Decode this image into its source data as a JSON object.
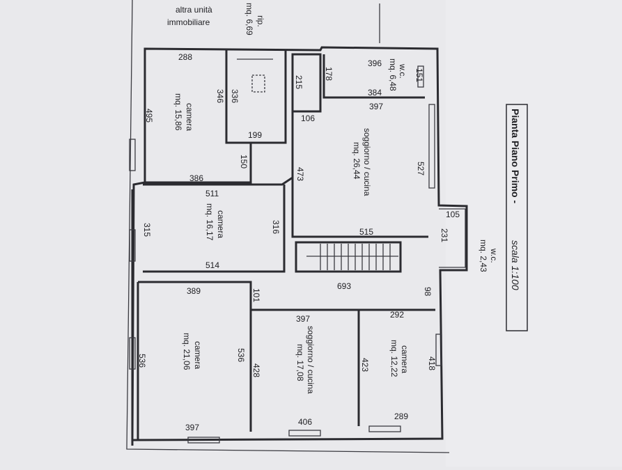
{
  "title": {
    "main": "Pianta Piano Primo -",
    "scale": "scala 1:100"
  },
  "outside_label": {
    "line1": "altra unità",
    "line2": "immobiliare"
  },
  "rooms": {
    "rip": {
      "name": "rip.",
      "area": "mq. 6,69"
    },
    "wc_top": {
      "name": "w.c.",
      "area": "mq. 6,48"
    },
    "camera1": {
      "name": "camera",
      "area": "mq. 15,86"
    },
    "soggiorno1": {
      "name": "soggiorno / cucina",
      "area": "mq. 26,44"
    },
    "wc_right": {
      "name": "w.c.",
      "area": "mq. 2,43"
    },
    "camera2": {
      "name": "camera",
      "area": "mq. 16,17"
    },
    "camera3": {
      "name": "camera",
      "area": "mq. 21,06"
    },
    "soggiorno2": {
      "name": "soggiorno / cucina",
      "area": "mq. 17,08"
    },
    "camera4": {
      "name": "camera",
      "area": "mq. 12,22"
    }
  },
  "dims": {
    "d288": "288",
    "d346": "346",
    "d495": "495",
    "d386": "386",
    "d336": "336",
    "d199": "199",
    "d150": "150",
    "d215": "215",
    "d178": "178",
    "d106": "106",
    "d396": "396",
    "d384": "384",
    "d151": "151",
    "d397a": "397",
    "d527": "527",
    "d473": "473",
    "d515": "515",
    "d105": "105",
    "d231": "231",
    "d511": "511",
    "d316": "316",
    "d315": "315",
    "d514": "514",
    "d693": "693",
    "d98": "98",
    "d101": "101",
    "d389": "389",
    "d536a": "536",
    "d536b": "536",
    "d397b": "397",
    "d397c": "397",
    "d428": "428",
    "d406": "406",
    "d292": "292",
    "d423": "423",
    "d418": "418",
    "d289": "289"
  }
}
